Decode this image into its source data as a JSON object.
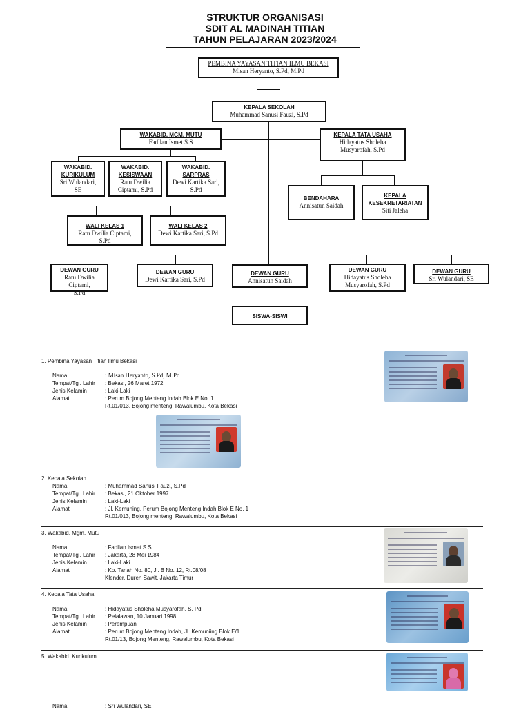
{
  "header": {
    "line1": "STRUKTUR ORGANISASI",
    "line2": "SDIT AL MADINAH TITIAN",
    "line3": "TAHUN PELAJARAN 2023/2024"
  },
  "chart": {
    "pembina": {
      "title": "PEMBINA YAYASAN TITIAN ILMU BEKASI",
      "name": "Misan Heryanto, S.Pd, M.Pd"
    },
    "kepsek": {
      "title": "KEPALA SEKOLAH",
      "name": "Muhammad Sanusi Fauzi, S.Pd"
    },
    "wakamutu": {
      "title": "WAKABID. MGM. MUTU",
      "name": "Fadllan Ismet S.S"
    },
    "tatausaha": {
      "title": "KEPALA TATA USAHA",
      "name1": "Hidayatus Sholeha",
      "name2": "Musyarofah, S.Pd"
    },
    "kurikulum": {
      "title1": "WAKABID.",
      "title2": "KURIKULUM",
      "name1": "Sri Wulandari,",
      "name2": "SE"
    },
    "kesiswaan": {
      "title1": "WAKABID.",
      "title2": "KESISWAAN",
      "name1": "Ratu Dwilia",
      "name2": "Ciptami, S.Pd"
    },
    "sarpras": {
      "title1": "WAKABID.",
      "title2": "SARPRAS",
      "name1": "Dewi Kartika Sari,",
      "name2": "S.Pd"
    },
    "bendahara": {
      "title": "BENDAHARA",
      "name": "Annisatun Saidah"
    },
    "kesekretariatan": {
      "title1": "KEPALA",
      "title2": "KESEKRETARIATAN",
      "name": "Siti Jaleha"
    },
    "walikelas1": {
      "title": "WALI KELAS 1",
      "name1": "Ratu Dwilia Ciptami,",
      "name2": "S.Pd"
    },
    "walikelas2": {
      "title": "WALI KELAS 2",
      "name": "Dewi Kartika Sari, S.Pd"
    },
    "guru1": {
      "title": "DEWAN GURU",
      "name1": "Ratu Dwilia Ciptami,",
      "name2": "S.Pd"
    },
    "guru2": {
      "title": "DEWAN GURU",
      "name": "Dewi Kartika Sari, S.Pd"
    },
    "guru3": {
      "title": "DEWAN GURU",
      "name": "Annisatun Saidah"
    },
    "guru4": {
      "title": "DEWAN GURU",
      "name1": "Hidayatus Sholeha",
      "name2": "Musyarofah, S.Pd"
    },
    "guru5": {
      "title": "DEWAN GURU",
      "name": "Sri Wulandari, SE"
    },
    "siswa": {
      "title": "SISWA-SISWI"
    }
  },
  "labels": {
    "nama": "Nama",
    "ttl": "Tempat/Tgl. Lahir",
    "jk": "Jenis Kelamin",
    "alamat": "Alamat"
  },
  "entries": [
    {
      "heading": "1.    Pembina Yayasan Titian Ilmu Bekasi",
      "nama": ": Misan Heryanto, S.Pd, M.Pd",
      "ttl": ": Bekasi, 26 Maret 1972",
      "jk": ": Laki-Laki",
      "alamat1": ": Perum Bojong Menteng Indah Blok E No. 1",
      "alamat2": "  Rt.01/013, Bojong menteng, Rawalumbu, Kota Bekasi"
    },
    {
      "heading": "2.    Kepala Sekolah",
      "nama": ": Muhammad Sanusi Fauzi, S.Pd",
      "ttl": ": Bekasi, 21 Oktober 1997",
      "jk": ": Laki-Laki",
      "alamat1": ": Jl. Kemuning, Perum Bojong Menteng Indah Blok E No. 1",
      "alamat2": "  Rt.01/013, Bojong menteng, Rawalumbu, Kota Bekasi"
    },
    {
      "heading": "3.    Wakabid. Mgm. Mutu",
      "nama": ": Fadllan Ismet S.S",
      "ttl": ": Jakarta, 28 Mei 1984",
      "jk": ": Laki-Laki",
      "alamat1": ": Kp. Tanah No. 80, Jl. B No. 12, Rt.08/08",
      "alamat2": "  Klender, Duren Sawit, Jakarta Timur"
    },
    {
      "heading": "4.    Kepala Tata Usaha",
      "nama": ":  Hidayatus Sholeha Musyarofah, S. Pd",
      "ttl": ":  Pelalawan, 10 Januari 1998",
      "jk": ":  Perempuan",
      "alamat1": ":  Perum Bojong Menteng Indah, Jl. Kemuniing Blok E/1",
      "alamat2": "  Rt.01/13, Bojong Menteng, Rawalumbu, Kota Bekasi"
    },
    {
      "heading": "5.    Wakabid. Kurikulum"
    }
  ],
  "footer_partial": {
    "nama": "Nama",
    "value": ": Sri Wulandari, SE"
  }
}
